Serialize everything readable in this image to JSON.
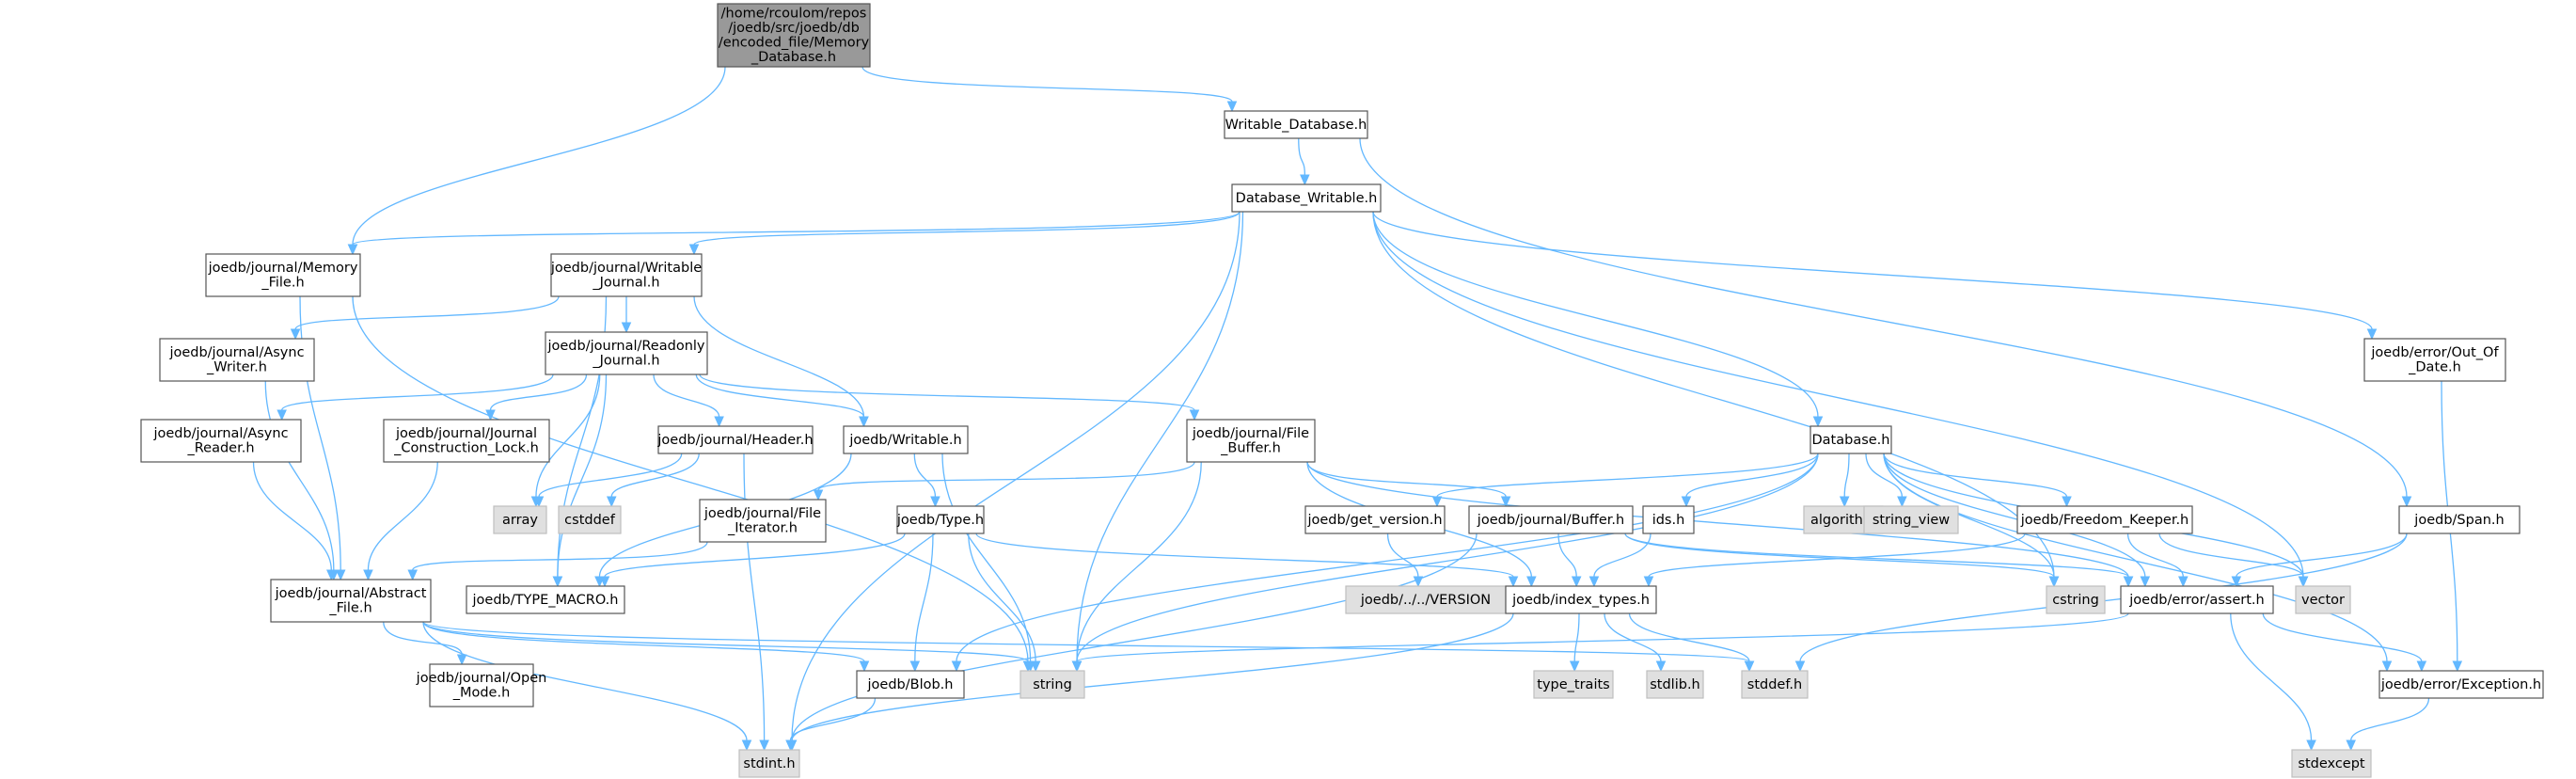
{
  "colors": {
    "root_fill": "#999999",
    "node_fill": "#ffffff",
    "system_fill": "#e0e0e0",
    "border": "#555555",
    "edge": "#63b8ff"
  },
  "nodes": [
    {
      "id": "root",
      "kind": "root",
      "lines": [
        "/home/rcoulom/repos",
        "/joedb/src/joedb/db",
        "/encoded_file/Memory",
        "_Database.h"
      ]
    },
    {
      "id": "writable_database",
      "kind": "file",
      "lines": [
        "Writable_Database.h"
      ]
    },
    {
      "id": "database_writable",
      "kind": "file",
      "lines": [
        "Database_Writable.h"
      ]
    },
    {
      "id": "memory_file",
      "kind": "file",
      "lines": [
        "joedb/journal/Memory",
        "_File.h"
      ]
    },
    {
      "id": "writable_journal",
      "kind": "file",
      "lines": [
        "joedb/journal/Writable",
        "_Journal.h"
      ]
    },
    {
      "id": "async_writer",
      "kind": "file",
      "lines": [
        "joedb/journal/Async",
        "_Writer.h"
      ]
    },
    {
      "id": "readonly_journal",
      "kind": "file",
      "lines": [
        "joedb/journal/Readonly",
        "_Journal.h"
      ]
    },
    {
      "id": "async_reader",
      "kind": "file",
      "lines": [
        "joedb/journal/Async",
        "_Reader.h"
      ]
    },
    {
      "id": "construction_lock",
      "kind": "file",
      "lines": [
        "joedb/journal/Journal",
        "_Construction_Lock.h"
      ]
    },
    {
      "id": "header",
      "kind": "file",
      "lines": [
        "joedb/journal/Header.h"
      ]
    },
    {
      "id": "writable",
      "kind": "file",
      "lines": [
        "joedb/Writable.h"
      ]
    },
    {
      "id": "file_buffer",
      "kind": "file",
      "lines": [
        "joedb/journal/File",
        "_Buffer.h"
      ]
    },
    {
      "id": "database",
      "kind": "file",
      "lines": [
        "Database.h"
      ]
    },
    {
      "id": "out_of_date",
      "kind": "file",
      "lines": [
        "joedb/error/Out_Of",
        "_Date.h"
      ]
    },
    {
      "id": "array",
      "kind": "system",
      "lines": [
        "array"
      ]
    },
    {
      "id": "cstddef",
      "kind": "system",
      "lines": [
        "cstddef"
      ]
    },
    {
      "id": "type_h",
      "kind": "file",
      "lines": [
        "joedb/Type.h"
      ]
    },
    {
      "id": "file_iterator",
      "kind": "file",
      "lines": [
        "joedb/journal/File",
        "_Iterator.h"
      ]
    },
    {
      "id": "get_version",
      "kind": "file",
      "lines": [
        "joedb/get_version.h"
      ]
    },
    {
      "id": "buffer",
      "kind": "file",
      "lines": [
        "joedb/journal/Buffer.h"
      ]
    },
    {
      "id": "ids",
      "kind": "file",
      "lines": [
        "ids.h"
      ]
    },
    {
      "id": "algorithm",
      "kind": "system",
      "lines": [
        "algorithm"
      ]
    },
    {
      "id": "string_view",
      "kind": "system",
      "lines": [
        "string_view"
      ]
    },
    {
      "id": "freedom_keeper",
      "kind": "file",
      "lines": [
        "joedb/Freedom_Keeper.h"
      ]
    },
    {
      "id": "span",
      "kind": "file",
      "lines": [
        "joedb/Span.h"
      ]
    },
    {
      "id": "abstract_file",
      "kind": "file",
      "lines": [
        "joedb/journal/Abstract",
        "_File.h"
      ]
    },
    {
      "id": "type_macro",
      "kind": "file",
      "lines": [
        "joedb/TYPE_MACRO.h"
      ]
    },
    {
      "id": "version",
      "kind": "system",
      "lines": [
        "joedb/../../VERSION"
      ]
    },
    {
      "id": "index_types",
      "kind": "file",
      "lines": [
        "joedb/index_types.h"
      ]
    },
    {
      "id": "cstring",
      "kind": "system",
      "lines": [
        "cstring"
      ]
    },
    {
      "id": "assert",
      "kind": "file",
      "lines": [
        "joedb/error/assert.h"
      ]
    },
    {
      "id": "vector",
      "kind": "system",
      "lines": [
        "vector"
      ]
    },
    {
      "id": "open_mode",
      "kind": "file",
      "lines": [
        "joedb/journal/Open",
        "_Mode.h"
      ]
    },
    {
      "id": "blob",
      "kind": "file",
      "lines": [
        "joedb/Blob.h"
      ]
    },
    {
      "id": "string",
      "kind": "system",
      "lines": [
        "string"
      ]
    },
    {
      "id": "type_traits",
      "kind": "system",
      "lines": [
        "type_traits"
      ]
    },
    {
      "id": "stdlib",
      "kind": "system",
      "lines": [
        "stdlib.h"
      ]
    },
    {
      "id": "stddef",
      "kind": "system",
      "lines": [
        "stddef.h"
      ]
    },
    {
      "id": "exception",
      "kind": "file",
      "lines": [
        "joedb/error/Exception.h"
      ]
    },
    {
      "id": "stdint",
      "kind": "system",
      "lines": [
        "stdint.h"
      ]
    },
    {
      "id": "stdexcept",
      "kind": "system",
      "lines": [
        "stdexcept"
      ]
    }
  ],
  "edges": [
    [
      "root",
      "writable_database"
    ],
    [
      "root",
      "memory_file"
    ],
    [
      "writable_database",
      "database_writable"
    ],
    [
      "writable_database",
      "span"
    ],
    [
      "database_writable",
      "memory_file"
    ],
    [
      "database_writable",
      "writable_journal"
    ],
    [
      "database_writable",
      "database"
    ],
    [
      "database_writable",
      "out_of_date"
    ],
    [
      "database_writable",
      "string"
    ],
    [
      "database_writable",
      "stdint"
    ],
    [
      "database_writable",
      "vector"
    ],
    [
      "database_writable",
      "cstring"
    ],
    [
      "memory_file",
      "abstract_file"
    ],
    [
      "memory_file",
      "string"
    ],
    [
      "writable_journal",
      "async_writer"
    ],
    [
      "writable_journal",
      "readonly_journal"
    ],
    [
      "writable_journal",
      "writable"
    ],
    [
      "writable_journal",
      "type_macro"
    ],
    [
      "async_writer",
      "abstract_file"
    ],
    [
      "readonly_journal",
      "async_reader"
    ],
    [
      "readonly_journal",
      "construction_lock"
    ],
    [
      "readonly_journal",
      "header"
    ],
    [
      "readonly_journal",
      "writable"
    ],
    [
      "readonly_journal",
      "file_buffer"
    ],
    [
      "readonly_journal",
      "array"
    ],
    [
      "readonly_journal",
      "type_macro"
    ],
    [
      "async_reader",
      "abstract_file"
    ],
    [
      "construction_lock",
      "abstract_file"
    ],
    [
      "header",
      "array"
    ],
    [
      "header",
      "cstddef"
    ],
    [
      "header",
      "stdint"
    ],
    [
      "writable",
      "type_h"
    ],
    [
      "writable",
      "type_macro"
    ],
    [
      "writable",
      "string"
    ],
    [
      "file_buffer",
      "file_iterator"
    ],
    [
      "file_buffer",
      "buffer"
    ],
    [
      "file_buffer",
      "index_types"
    ],
    [
      "file_buffer",
      "assert"
    ],
    [
      "file_buffer",
      "string"
    ],
    [
      "file_iterator",
      "abstract_file"
    ],
    [
      "type_h",
      "type_macro"
    ],
    [
      "type_h",
      "blob"
    ],
    [
      "type_h",
      "string"
    ],
    [
      "type_h",
      "index_types"
    ],
    [
      "database",
      "blob"
    ],
    [
      "database",
      "string"
    ],
    [
      "database",
      "get_version"
    ],
    [
      "database",
      "ids"
    ],
    [
      "database",
      "algorithm"
    ],
    [
      "database",
      "string_view"
    ],
    [
      "database",
      "cstring"
    ],
    [
      "database",
      "freedom_keeper"
    ],
    [
      "database",
      "vector"
    ],
    [
      "database",
      "assert"
    ],
    [
      "database",
      "exception"
    ],
    [
      "get_version",
      "version"
    ],
    [
      "buffer",
      "index_types"
    ],
    [
      "buffer",
      "assert"
    ],
    [
      "buffer",
      "cstring"
    ],
    [
      "buffer",
      "stdint"
    ],
    [
      "ids",
      "index_types"
    ],
    [
      "freedom_keeper",
      "index_types"
    ],
    [
      "freedom_keeper",
      "assert"
    ],
    [
      "freedom_keeper",
      "vector"
    ],
    [
      "out_of_date",
      "exception"
    ],
    [
      "span",
      "assert"
    ],
    [
      "span",
      "stddef"
    ],
    [
      "abstract_file",
      "open_mode"
    ],
    [
      "abstract_file",
      "blob"
    ],
    [
      "abstract_file",
      "string"
    ],
    [
      "abstract_file",
      "stdint"
    ],
    [
      "abstract_file",
      "stddef"
    ],
    [
      "index_types",
      "type_traits"
    ],
    [
      "index_types",
      "stdlib"
    ],
    [
      "index_types",
      "stddef"
    ],
    [
      "index_types",
      "stdint"
    ],
    [
      "assert",
      "exception"
    ],
    [
      "assert",
      "string"
    ],
    [
      "assert",
      "stdexcept"
    ],
    [
      "exception",
      "stdexcept"
    ],
    [
      "blob",
      "stdint"
    ]
  ]
}
